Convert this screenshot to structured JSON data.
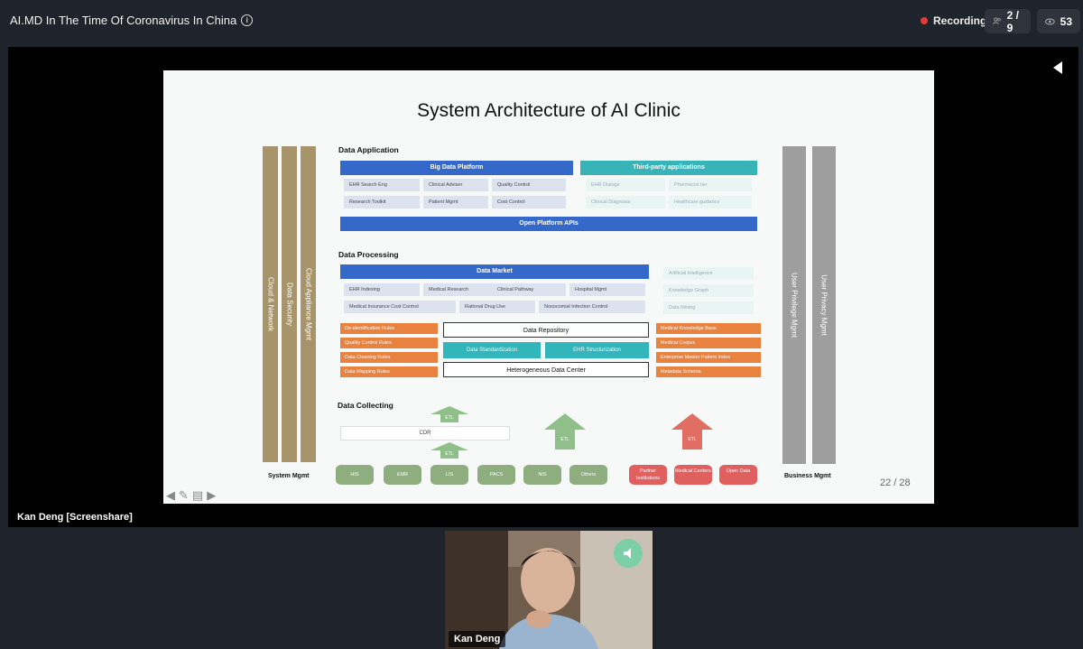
{
  "header": {
    "title": "AI.MD In The Time Of Coronavirus In China",
    "recording_label": "Recording",
    "participants": "2 / 9",
    "viewers": "53"
  },
  "slide": {
    "title": "System Architecture of AI Clinic",
    "page": "22 / 28",
    "left_bars": [
      "Cloud & Network",
      "Data Security",
      "Cloud Appliance Mgmt"
    ],
    "right_bars": [
      "User Privilege Mgmt",
      "User Privacy Mgmt"
    ],
    "system_mgmt": "System Mgmt",
    "business_mgmt": "Business Mgmt",
    "data_application": {
      "label": "Data Application",
      "big_data_platform": "Big Data Platform",
      "third_party": "Third-party applications",
      "cells": [
        "EHR Search Eng",
        "Clinical Adviser",
        "Quality Control",
        "Research Toolkit",
        "Patient Mgmt",
        "Cost Control"
      ],
      "third_cells": [
        "EHR Dialogs",
        "Pharmacist tier",
        "Clinical Diagnosis",
        "Healthcare guidance"
      ],
      "open_platform": "Open Platform APIs"
    },
    "data_processing": {
      "label": "Data Processing",
      "data_market": "Data Market",
      "cells": [
        "EHR Indexing",
        "Medical Research",
        "Clinical Pathway",
        "Hospital Mgmt",
        "Medical Insurance Cost Control",
        "Rational Drug Use",
        "Nosocomial Infection Control"
      ],
      "ai_cells": [
        "Artificial Intelligence",
        "Knowledge Graph",
        "Data Mining"
      ],
      "left_rules": [
        "De-identification Rules",
        "Quality Control Rules",
        "Data Cleaning Rules",
        "Data Mapping Rules"
      ],
      "right_rules": [
        "Medical Knowledge Base",
        "Medical Corpus",
        "Enterprise Master Patient Index",
        "Metadata Schema"
      ],
      "data_repository": "Data Repository",
      "data_standardization": "Data Standardization",
      "ehr_structurization": "EHR Structurization",
      "heterogeneous": "Heterogeneous Data Center"
    },
    "data_collecting": {
      "label": "Data Collecting",
      "cdr": "CDR",
      "arrow_labels": [
        "ETL",
        "ETL",
        "ETL",
        "ETL"
      ],
      "sources": [
        "HIS",
        "EMR",
        "LIS",
        "PACS",
        "NIS",
        "Others"
      ],
      "partners": [
        "Partner Institutions",
        "Medical Centers",
        "Open Data"
      ]
    }
  },
  "share_label": "Kan Deng [Screenshare]",
  "video": {
    "name": "Kan Deng"
  }
}
